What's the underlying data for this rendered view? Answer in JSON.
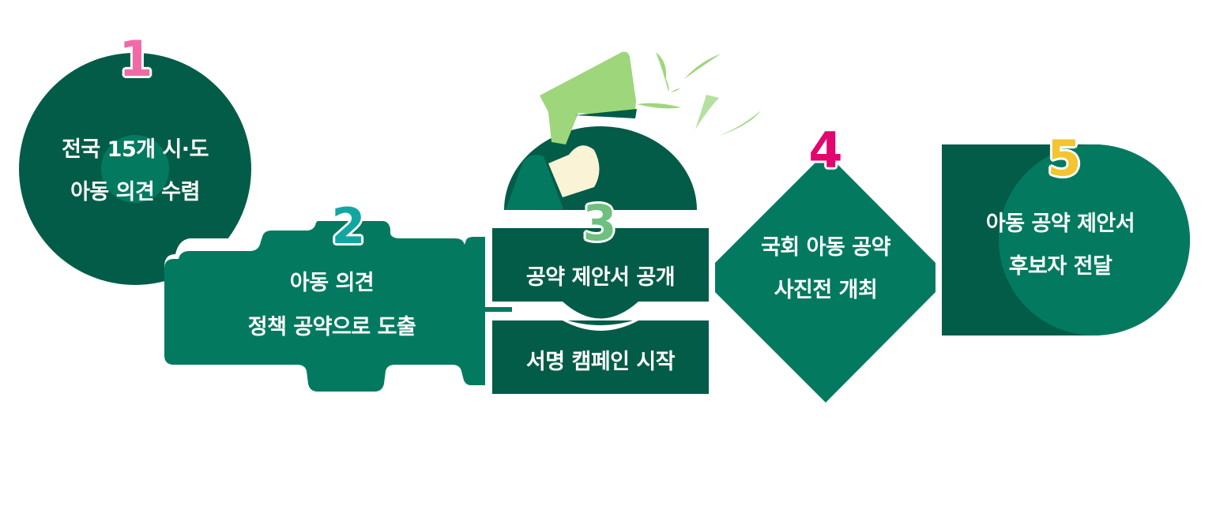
{
  "colors": {
    "dark_green": "#035c47",
    "mid_green": "#037a60",
    "light_green": "#9ed67c",
    "pale_green": "#b6e0a0",
    "cream": "#fbf3d6",
    "num1": "#f06aa7",
    "num2": "#12a6a0",
    "num3": "#6fbf7f",
    "num4": "#e2066e",
    "num5": "#f2c531"
  },
  "steps": [
    {
      "number": "1",
      "lines": [
        "전국 15개 시·도",
        "아동 의견 수렴"
      ]
    },
    {
      "number": "2",
      "lines": [
        "아동 의견",
        "정책 공약으로 도출"
      ]
    },
    {
      "number": "3",
      "lines": [
        "공약 제안서 공개",
        "서명 캠페인 시작"
      ]
    },
    {
      "number": "4",
      "lines": [
        "국회 아동 공약",
        "사진전 개최"
      ]
    },
    {
      "number": "5",
      "lines": [
        "아동 공약 제안서",
        "후보자 전달"
      ]
    }
  ],
  "icons": {
    "megaphone": "megaphone-icon"
  }
}
